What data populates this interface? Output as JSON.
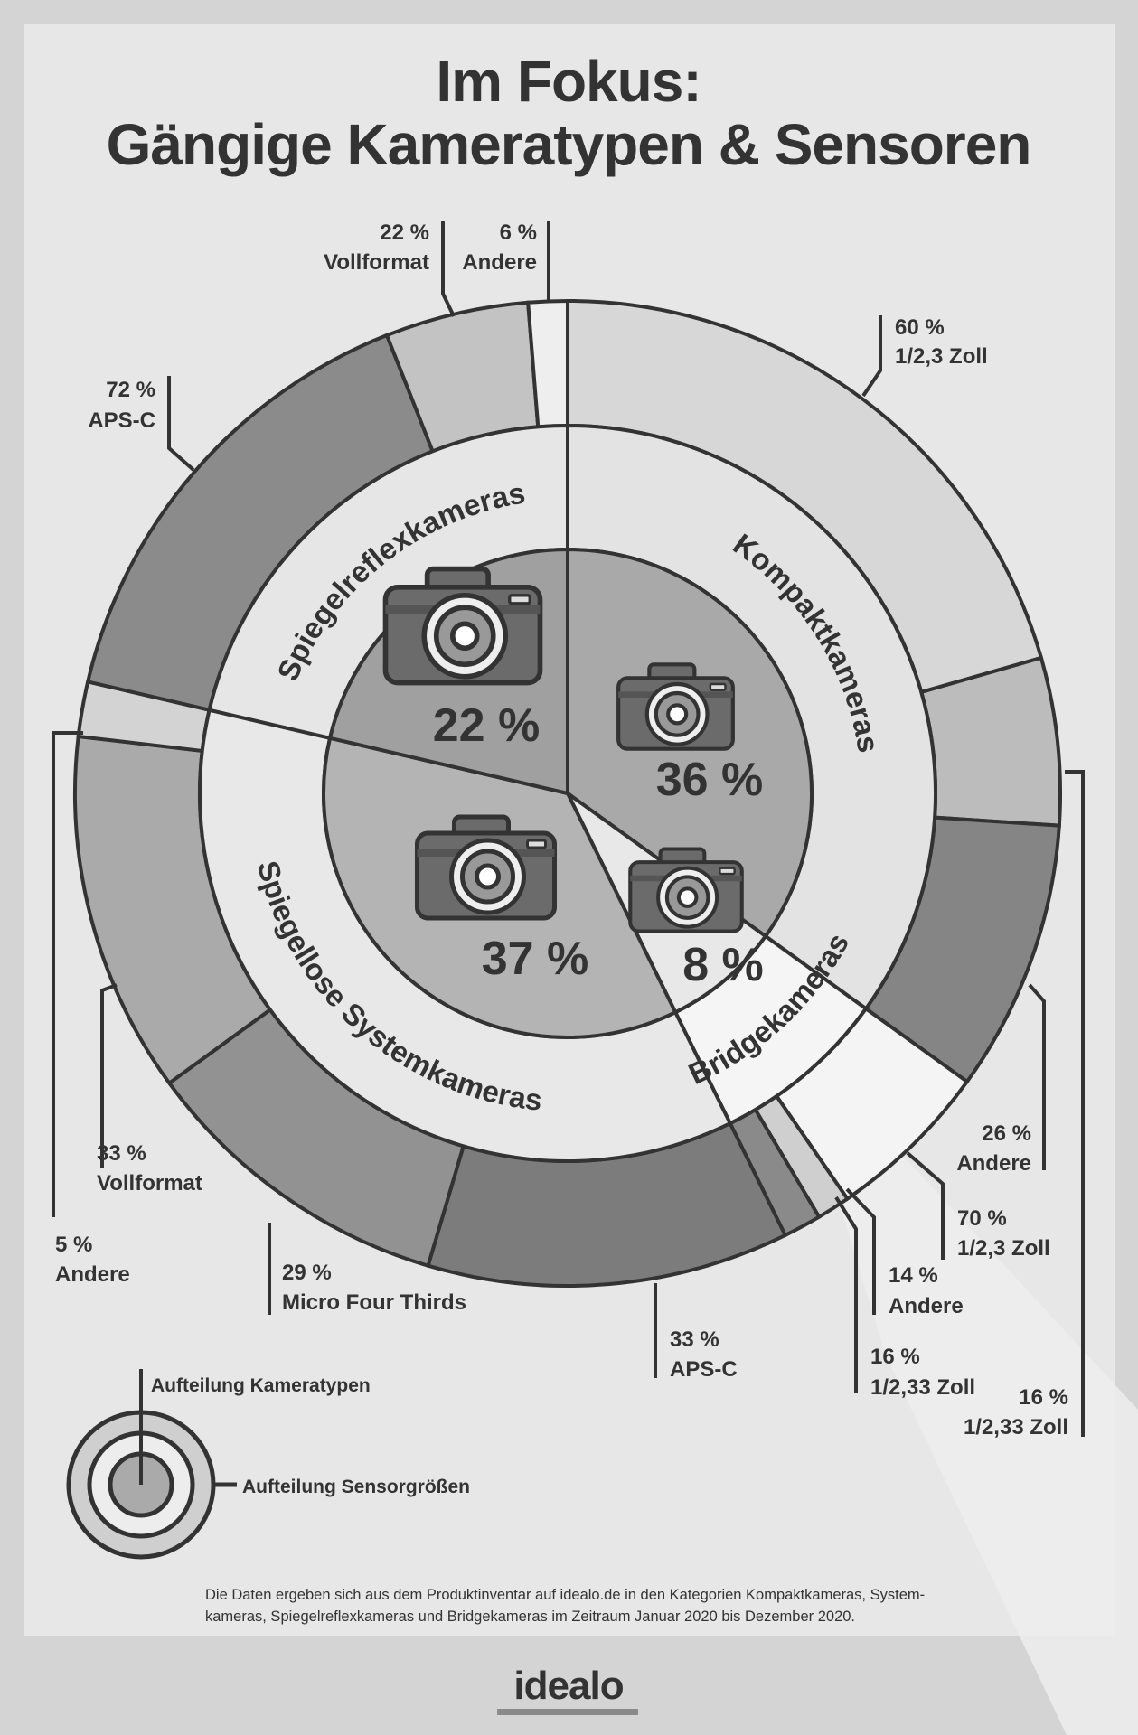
{
  "title_line1": "Im Fokus:",
  "title_line2": "Gängige Kameratypen & Sensoren",
  "chart_data": {
    "type": "pie",
    "title": "Im Fokus: Gängige Kameratypen & Sensoren",
    "inner": [
      {
        "name": "Kompaktkameras",
        "value": 36,
        "color": "#a9a9a9",
        "ring_color": "#e3e3e3"
      },
      {
        "name": "Bridgekameras",
        "value": 8,
        "color": "#e8e8e8",
        "ring_color": "#f5f5f5"
      },
      {
        "name": "Spiegellose Systemkameras",
        "value": 37,
        "color": "#b4b4b4",
        "ring_color": "#e8e8e8"
      },
      {
        "name": "Spiegelreflexkameras",
        "value": 22,
        "color": "#a0a0a0",
        "ring_color": "#e6e6e6"
      }
    ],
    "outer": [
      {
        "category": "Kompaktkameras",
        "sensors": [
          {
            "name": "1/2,3 Zoll",
            "value": 60,
            "color": "#d7d7d7"
          },
          {
            "name": "1/2,33 Zoll",
            "value": 16,
            "color": "#bcbcbc"
          },
          {
            "name": "Andere",
            "value": 26,
            "color": "#858585"
          }
        ]
      },
      {
        "category": "Bridgekameras",
        "sensors": [
          {
            "name": "1/2,3 Zoll",
            "value": 70,
            "color": "#f4f4f4"
          },
          {
            "name": "Andere",
            "value": 14,
            "color": "#cfcfcf"
          },
          {
            "name": "1/2,33 Zoll",
            "value": 16,
            "color": "#8a8a8a"
          }
        ]
      },
      {
        "category": "Spiegellose Systemkameras",
        "sensors": [
          {
            "name": "APS-C",
            "value": 33,
            "color": "#7c7c7c"
          },
          {
            "name": "Micro Four Thirds",
            "value": 29,
            "color": "#929292"
          },
          {
            "name": "Vollformat",
            "value": 33,
            "color": "#aaaaaa"
          },
          {
            "name": "Andere",
            "value": 5,
            "color": "#d3d3d3"
          }
        ]
      },
      {
        "category": "Spiegelreflexkameras",
        "sensors": [
          {
            "name": "APS-C",
            "value": 72,
            "color": "#8b8b8b"
          },
          {
            "name": "Vollformat",
            "value": 22,
            "color": "#c3c3c3"
          },
          {
            "name": "Andere",
            "value": 6,
            "color": "#eeeeee"
          }
        ]
      }
    ],
    "legend": {
      "inner": "Aufteilung Kameratypen",
      "outer": "Aufteilung Sensorgrößen"
    }
  },
  "footnote_line1": "Die Daten ergeben sich aus dem Produktinventar auf idealo.de in den Kategorien Kompaktkameras, System-",
  "footnote_line2": "kameras, Spiegelreflexkameras und Bridgekameras im Zeitraum Januar 2020 bis Dezember 2020.",
  "brand": "idealo"
}
